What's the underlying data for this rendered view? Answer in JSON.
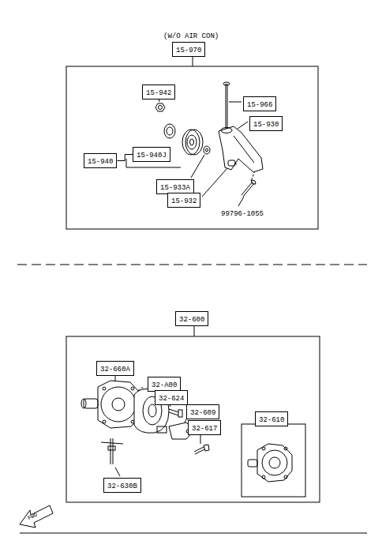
{
  "diagram": {
    "nodes": [
      {
        "text": [
          "15-970"
        ]
      },
      {
        "text": [
          "15-942"
        ]
      },
      {
        "text": [
          "15-966"
        ]
      },
      {
        "text": [
          "15-930"
        ]
      },
      {
        "text": [
          "15-940J"
        ]
      },
      {
        "text": [
          "15-940"
        ]
      },
      {
        "text": [
          "15-933A"
        ]
      },
      {
        "text": [
          "15-932"
        ]
      },
      {
        "text": [
          "32-600"
        ]
      },
      {
        "text": [
          "32-660A"
        ]
      },
      {
        "text": [
          "32-A00"
        ]
      },
      {
        "text": [
          "32-624"
        ]
      },
      {
        "text": [
          "32-609"
        ]
      },
      {
        "text": [
          "32-617"
        ]
      },
      {
        "text": [
          "32-610"
        ]
      },
      {
        "text": [
          "32-630B"
        ]
      }
    ],
    "edges": [
      {
        "from": 5,
        "to": 4,
        "arrow": "none"
      }
    ],
    "labels": [
      "(W/O AIR CON)",
      "99796-1055",
      "FWD"
    ]
  }
}
